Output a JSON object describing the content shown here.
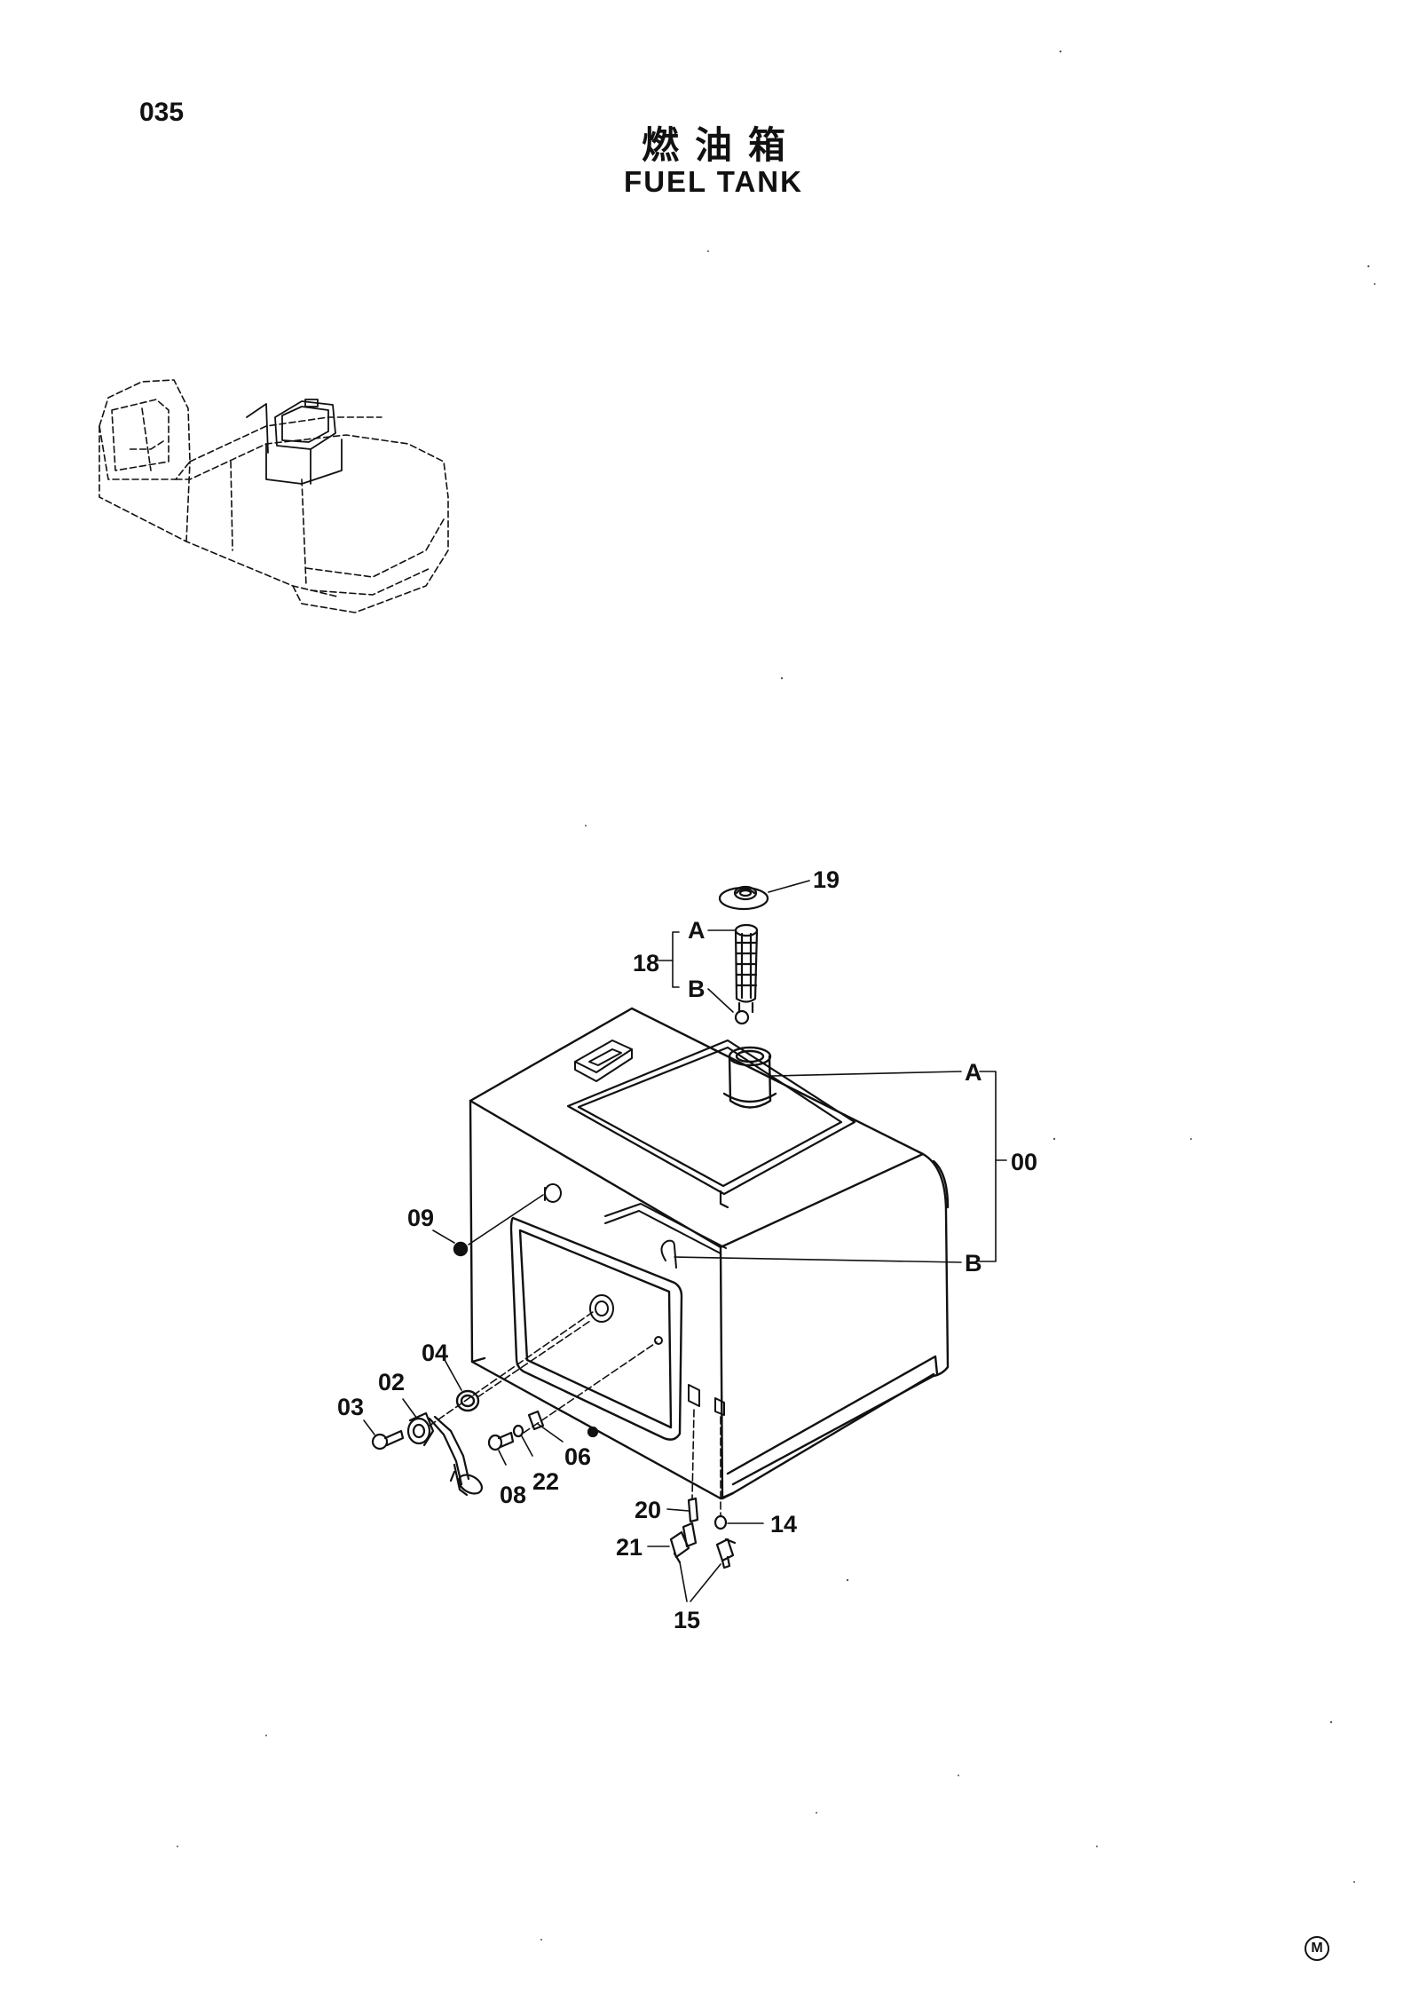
{
  "page": {
    "number": "035",
    "title_cn": "燃油箱",
    "title_en": "FUEL TANK",
    "corner_mark": "M"
  },
  "callouts": {
    "c00": "00",
    "c02": "02",
    "c03": "03",
    "c04": "04",
    "c06": "06",
    "c08": "08",
    "c09": "09",
    "c14": "14",
    "c15": "15",
    "c18": "18",
    "c19": "19",
    "c20": "20",
    "c21": "21",
    "c22": "22",
    "a_top": "A",
    "b_top": "B",
    "a_right": "A",
    "b_right": "B"
  }
}
